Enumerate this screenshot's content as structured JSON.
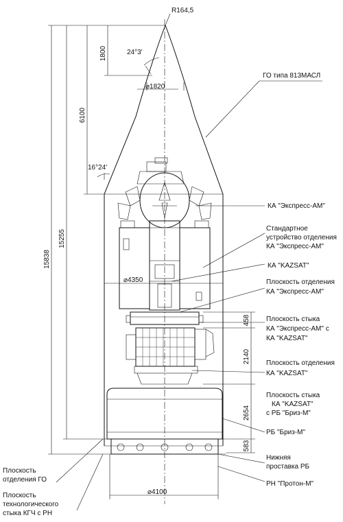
{
  "dimensions": {
    "r_nose": "R164,5",
    "d1800": "1800",
    "angle_top": "24°3'",
    "dia1820": "⌀1820",
    "d6100": "6100",
    "angle_mid": "16°24'",
    "d15255": "15255",
    "d15838": "15838",
    "dia4350": "⌀4350",
    "d458": "458",
    "d2140": "2140",
    "d2654": "2654",
    "d583": "583",
    "dia4100": "⌀4100"
  },
  "labels": {
    "fairing": "ГО типа 813МАСЛ",
    "ka_express": "КА \"Экспресс-АМ\"",
    "sep_device_1": "Стандартное",
    "sep_device_2": "устройство отделения",
    "sep_device_3": "КА \"Экспресс-АМ\"",
    "ka_kazsat": "КА  \"KAZSAT\"",
    "sep_plane_express_1": "Плоскость отделения",
    "sep_plane_express_2": "КА \"Экспресс-АМ\"",
    "joint_plane_1": "Плоскость стыка",
    "joint_plane_2": "КА \"Экспресс-АМ\" с",
    "joint_plane_3": "КА \"KAZSAT\"",
    "sep_plane_kazsat_1": "Плоскость отделения",
    "sep_plane_kazsat_2": "КА \"KAZSAT\"",
    "joint_kazsat_rb_1": "Плоскость стыка",
    "joint_kazsat_rb_2": "КА \"KAZSAT\"",
    "joint_kazsat_rb_3": "с РБ \"Бриз-М\"",
    "rb_breeze": "РБ \"Бриз-М\"",
    "lower_adapter_1": "Нижняя",
    "lower_adapter_2": "проставка РБ",
    "rn_proton": "РН \"Протон-М\"",
    "go_sep_plane_1": "Плоскость",
    "go_sep_plane_2": "отделения ГО",
    "tech_joint_1": "Плоскость",
    "tech_joint_2": "технологического",
    "tech_joint_3": "стыка КГЧ  с РН"
  }
}
